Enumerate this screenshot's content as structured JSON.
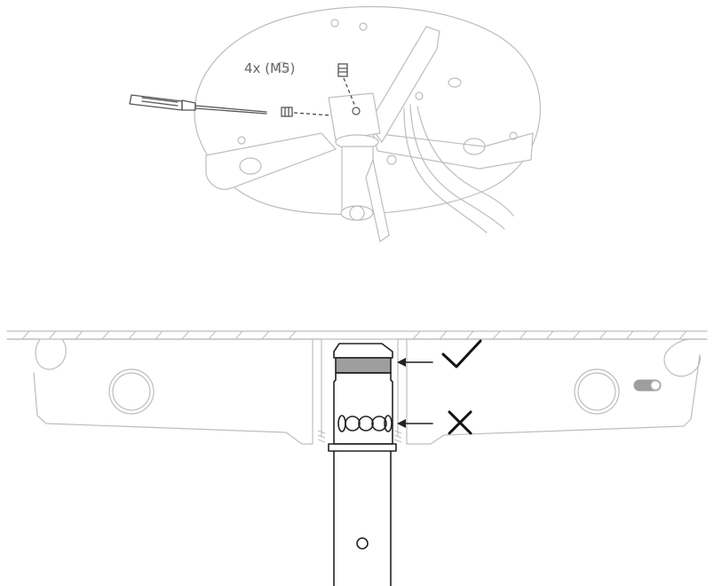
{
  "top_view": {
    "screw_count_label": "4x (M5)"
  },
  "cross_section": {
    "correct_marker": "check-mark",
    "incorrect_marker": "cross-mark"
  },
  "colors": {
    "outline": "#bdbdbd",
    "dark_outline": "#222222",
    "correct_band": "#9e9e9e"
  }
}
